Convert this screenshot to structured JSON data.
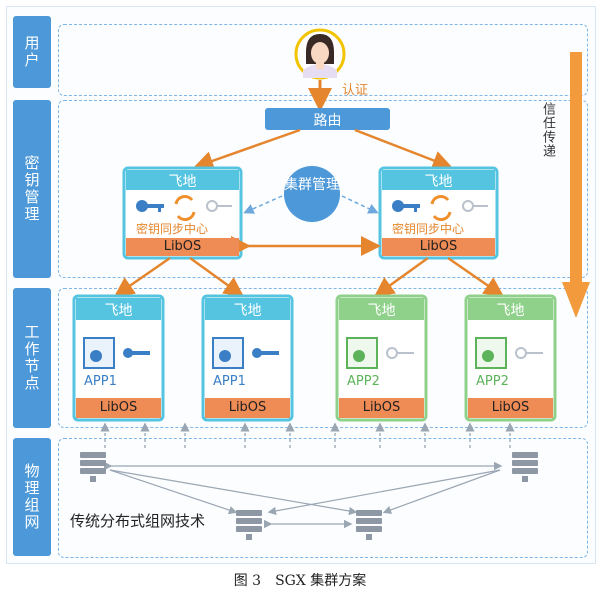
{
  "layers": {
    "user": "用户",
    "key_mgmt": "密钥管理",
    "work_nodes": "工作节点",
    "phys_net": "物理组网"
  },
  "auth_label": "认证",
  "router_label": "路由",
  "trust_label": "信任传递",
  "cluster_label": "集群管理",
  "key_nodes": [
    {
      "title": "飞地",
      "sync": "密钥同步中心",
      "libos": "LibOS"
    },
    {
      "title": "飞地",
      "sync": "密钥同步中心",
      "libos": "LibOS"
    }
  ],
  "work_nodes": [
    {
      "title": "飞地",
      "app": "APP1",
      "libos": "LibOS"
    },
    {
      "title": "飞地",
      "app": "APP1",
      "libos": "LibOS"
    },
    {
      "title": "飞地",
      "app": "APP2",
      "libos": "LibOS"
    },
    {
      "title": "飞地",
      "app": "APP2",
      "libos": "LibOS"
    }
  ],
  "network_label": "传统分布式组网技术",
  "caption": "图 3　SGX 集群方案",
  "colors": {
    "blue": "#4c98d8",
    "orange": "#ef8b54",
    "cyan": "#54c4e1",
    "green": "#8fd18a",
    "arrow": "#f0902c"
  }
}
